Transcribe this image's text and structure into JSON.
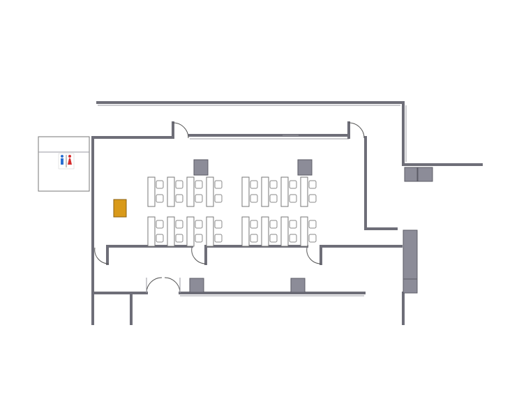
{
  "colors": {
    "wall": "#6e6e78",
    "pillar": "#8c8c98",
    "podium": "#d99a1a",
    "restroom_male": "#2a6fd1",
    "restroom_female": "#d62d2d",
    "background": "#ffffff"
  },
  "icons": {
    "restroom": "restroom-icon",
    "door": "door-swing-icon",
    "pillar": "pillar-icon",
    "podium": "podium-icon",
    "desk": "desk-icon",
    "chair": "chair-icon"
  },
  "layout_summary": {
    "desk_clusters": 8,
    "desks_per_cluster": 2,
    "chairs_per_desk": 2
  }
}
